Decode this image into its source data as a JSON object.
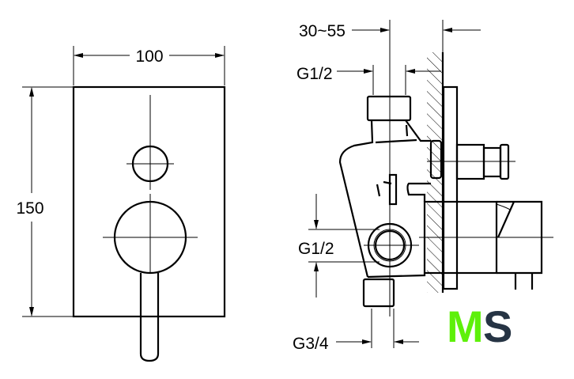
{
  "front_view": {
    "width_label": "100",
    "height_label": "150"
  },
  "side_view": {
    "depth_label": "30~55",
    "top_inlet_label": "G1/2",
    "side_inlet_label": "G1/2",
    "outlet_label": "G3/4"
  },
  "logo": {
    "text_m": "M",
    "text_s": "S",
    "color_m": "#5ef00a",
    "color_s": "#263444"
  }
}
